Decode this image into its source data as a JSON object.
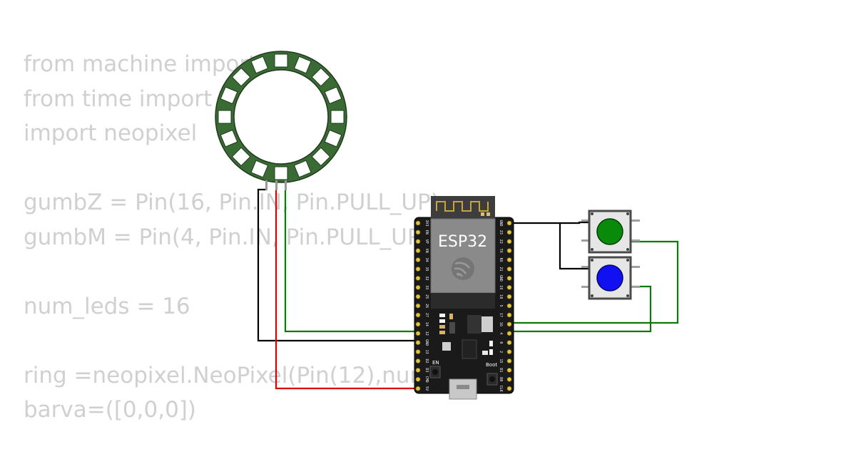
{
  "code_lines": [
    "from machine import",
    "from time import sleep",
    "import neopixel",
    "",
    "gumbZ = Pin(16, Pin.IN, Pin.PULL_UP)",
    "gumbM = Pin(4, Pin.IN, Pin.PULL_UP)",
    "",
    "num_leds = 16",
    "",
    "ring =neopixel.NeoPixel(Pin(12),num",
    "barva=([0,0,0])"
  ],
  "board": {
    "chip_label": "ESP32",
    "en_label": "EN",
    "boot_label": "Boot",
    "left_pins": [
      "3V3",
      "EN",
      "VP",
      "VN",
      "34",
      "35",
      "32",
      "33",
      "25",
      "26",
      "27",
      "14",
      "12",
      "GND",
      "13",
      "D2",
      "D3",
      "CMD",
      "5V"
    ],
    "right_pins": [
      "GND",
      "23",
      "22",
      "TX",
      "RX",
      "21",
      "GND",
      "19",
      "18",
      "5",
      "17",
      "16",
      "4",
      "0",
      "2",
      "15",
      "D1",
      "D0",
      "CLK"
    ]
  },
  "buttons": {
    "top_color": "#0a8a0a",
    "bottom_color": "#1010f0"
  },
  "ring": {
    "led_count": 16,
    "pcb_color": "#3a6b35"
  },
  "wires": {
    "gnd_color": "#000000",
    "signal_color": "#0a7a0a",
    "power_color": "#dd0000"
  }
}
